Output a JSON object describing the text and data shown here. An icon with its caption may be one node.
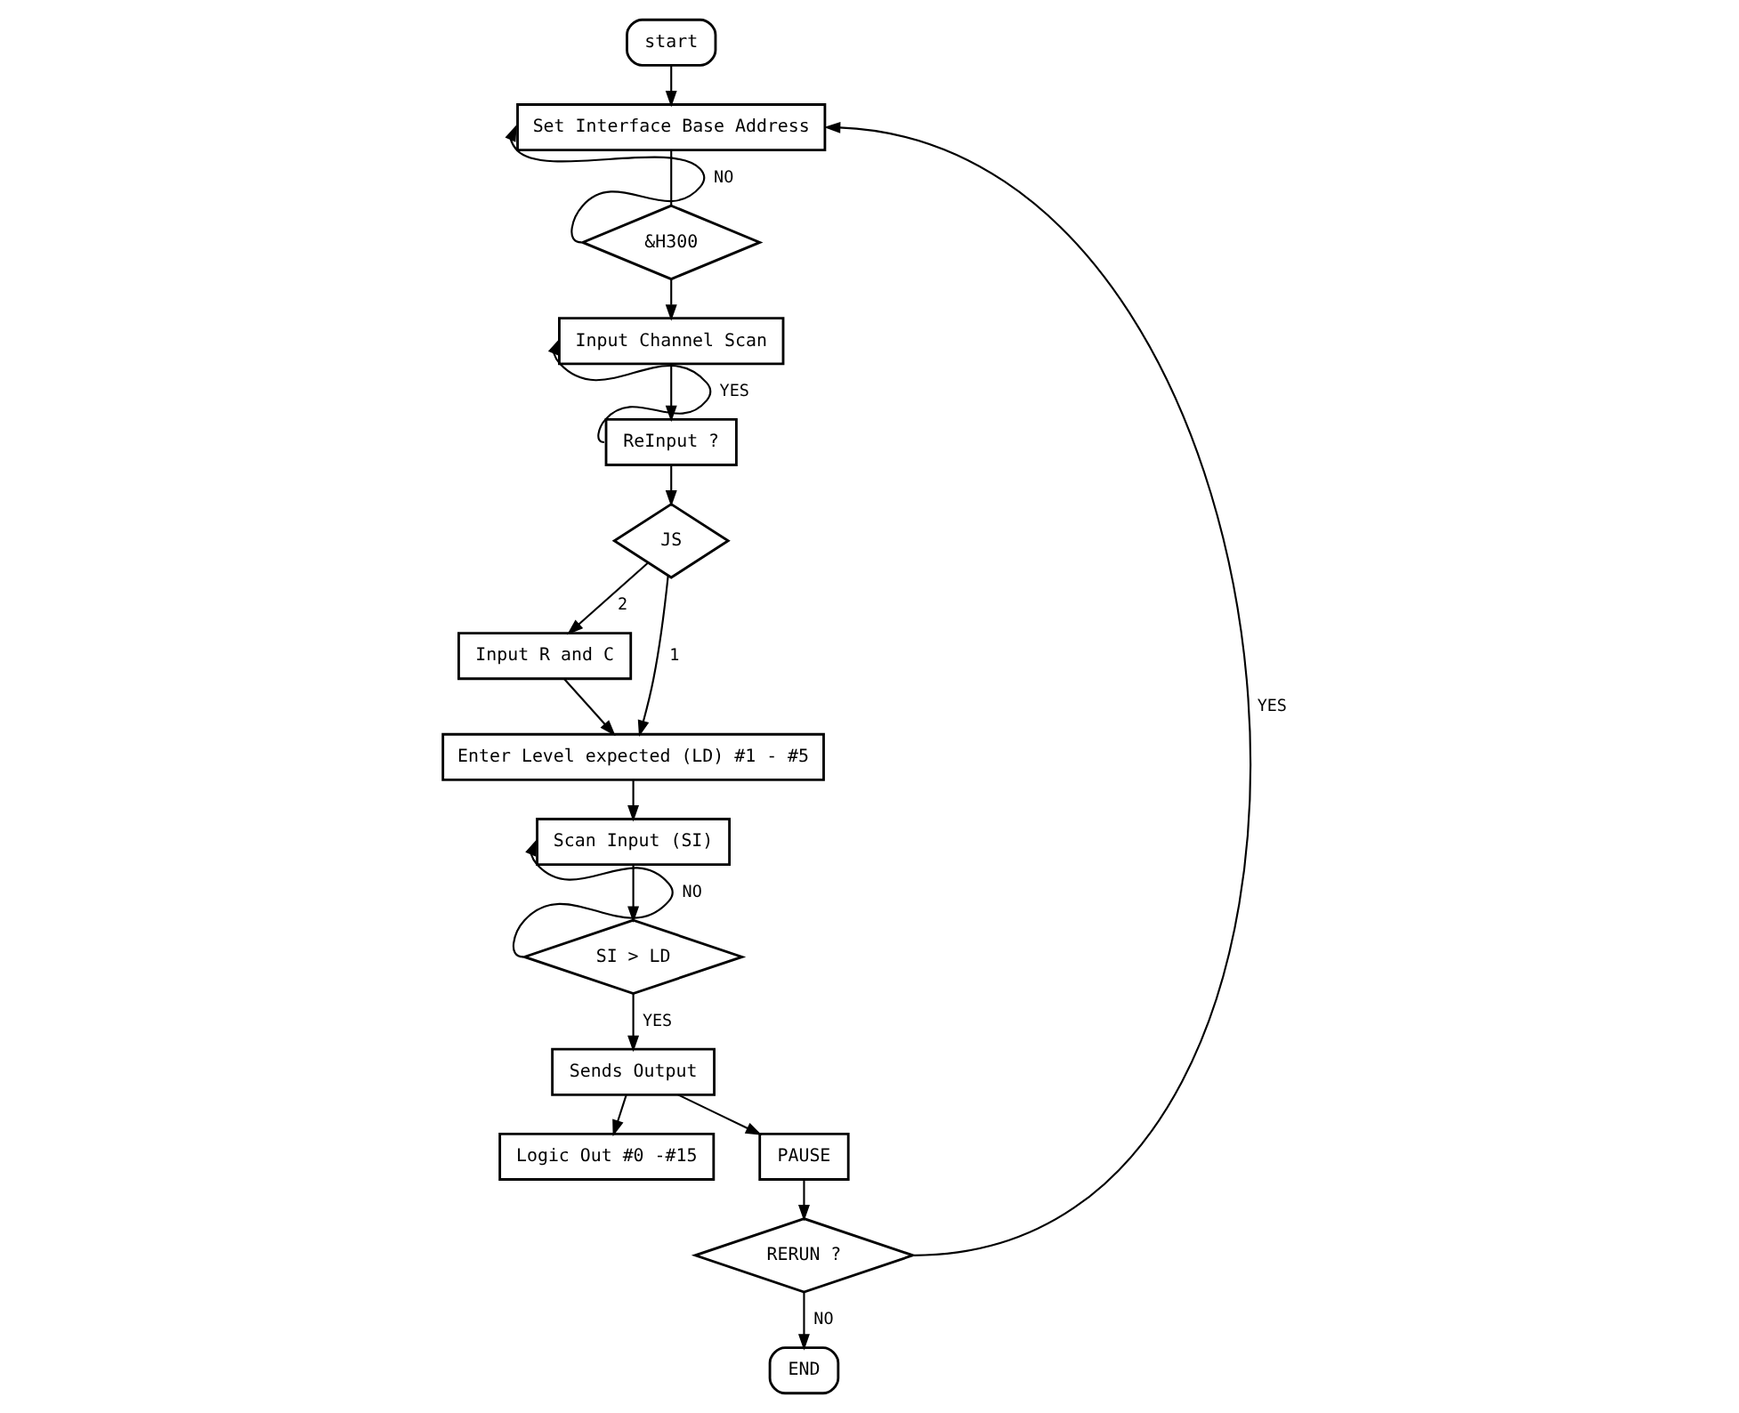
{
  "diagram": {
    "nodes": [
      {
        "text": [
          "start"
        ]
      },
      {
        "text": [
          "Set Interface Base Address"
        ]
      },
      {
        "text": [
          "&H300"
        ]
      },
      {
        "text": [
          "Input Channel Scan"
        ]
      },
      {
        "text": [
          "ReInput ?"
        ]
      },
      {
        "text": [
          "JS"
        ]
      },
      {
        "text": [
          "Input R and C"
        ]
      },
      {
        "text": [
          "Enter Level expected (LD) #1 - #5"
        ]
      },
      {
        "text": [
          "Scan Input (SI)"
        ]
      },
      {
        "text": [
          "SI > LD"
        ]
      },
      {
        "text": [
          "Sends Output"
        ]
      },
      {
        "text": [
          "Logic Out #0 -#15"
        ]
      },
      {
        "text": [
          "PAUSE"
        ]
      },
      {
        "text": [
          "RERUN ?"
        ]
      },
      {
        "text": [
          "END"
        ]
      }
    ],
    "edges": [
      {
        "from": 0,
        "to": 1,
        "arrow": "to"
      },
      {
        "from": 1,
        "to": 2,
        "arrow": "none"
      },
      {
        "from": 2,
        "to": 1,
        "arrow": "to",
        "label": "NO"
      },
      {
        "from": 2,
        "to": 3,
        "arrow": "to"
      },
      {
        "from": 3,
        "to": 4,
        "arrow": "to"
      },
      {
        "from": 4,
        "to": 3,
        "arrow": "to",
        "label": "YES"
      },
      {
        "from": 4,
        "to": 5,
        "arrow": "to"
      },
      {
        "from": 5,
        "to": 6,
        "arrow": "to",
        "label": "2"
      },
      {
        "from": 6,
        "to": 7,
        "arrow": "to"
      },
      {
        "from": 5,
        "to": 7,
        "arrow": "to",
        "label": "1"
      },
      {
        "from": 7,
        "to": 8,
        "arrow": "to"
      },
      {
        "from": 8,
        "to": 9,
        "arrow": "to"
      },
      {
        "from": 9,
        "to": 8,
        "arrow": "to",
        "label": "NO"
      },
      {
        "from": 9,
        "to": 10,
        "arrow": "to",
        "label": "YES"
      },
      {
        "from": 10,
        "to": 11,
        "arrow": "to"
      },
      {
        "from": 10,
        "to": 12,
        "arrow": "to"
      },
      {
        "from": 12,
        "to": 13,
        "arrow": "to"
      },
      {
        "from": 13,
        "to": 1,
        "arrow": "to",
        "label": "YES"
      },
      {
        "from": 13,
        "to": 14,
        "arrow": "to",
        "label": "NO"
      }
    ]
  }
}
